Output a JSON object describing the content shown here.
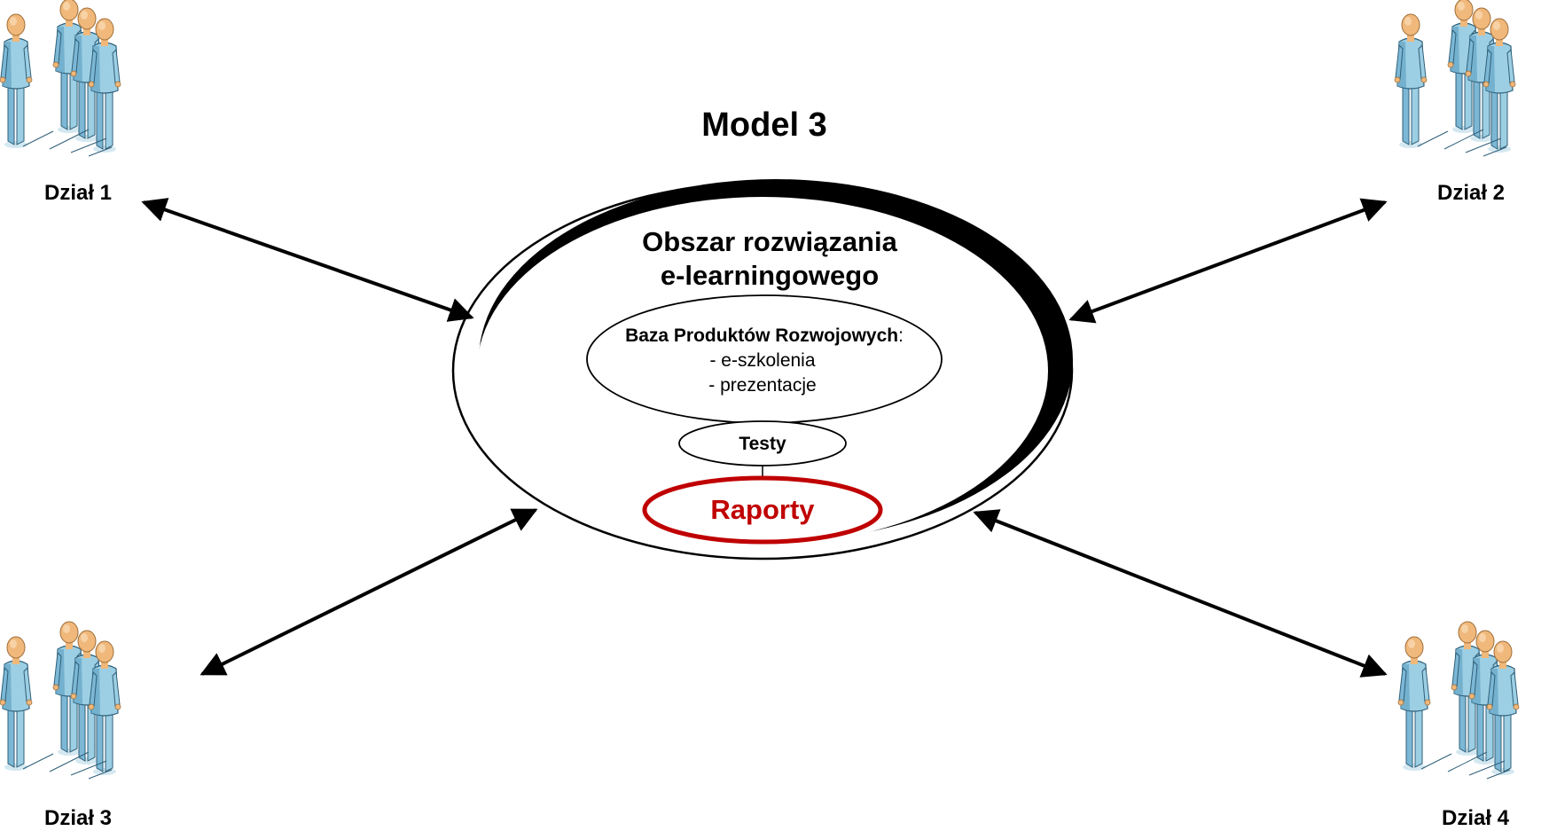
{
  "title": "Model 3",
  "hub": {
    "title_line1": "Obszar rozwiązania",
    "title_line2": "e-learningowego"
  },
  "product_base": {
    "heading": "Baza Produktów Rozwojowych",
    "heading_suffix": ":",
    "items": [
      "- e-szkolenia",
      "- prezentacje"
    ]
  },
  "tests": {
    "label": "Testy"
  },
  "reports": {
    "label": "Raporty"
  },
  "departments": [
    {
      "label": "Dział 1"
    },
    {
      "label": "Dział 2"
    },
    {
      "label": "Dział 3"
    },
    {
      "label": "Dział 4"
    }
  ],
  "colors": {
    "figure_fill": "#9dcfe4",
    "figure_shade": "#6aa9c8",
    "figure_head": "#f0b87a",
    "figure_outline": "#2f5f78",
    "reports_red": "#c00000",
    "stroke": "#000000"
  },
  "icons": {
    "department": "people-group-icon"
  }
}
